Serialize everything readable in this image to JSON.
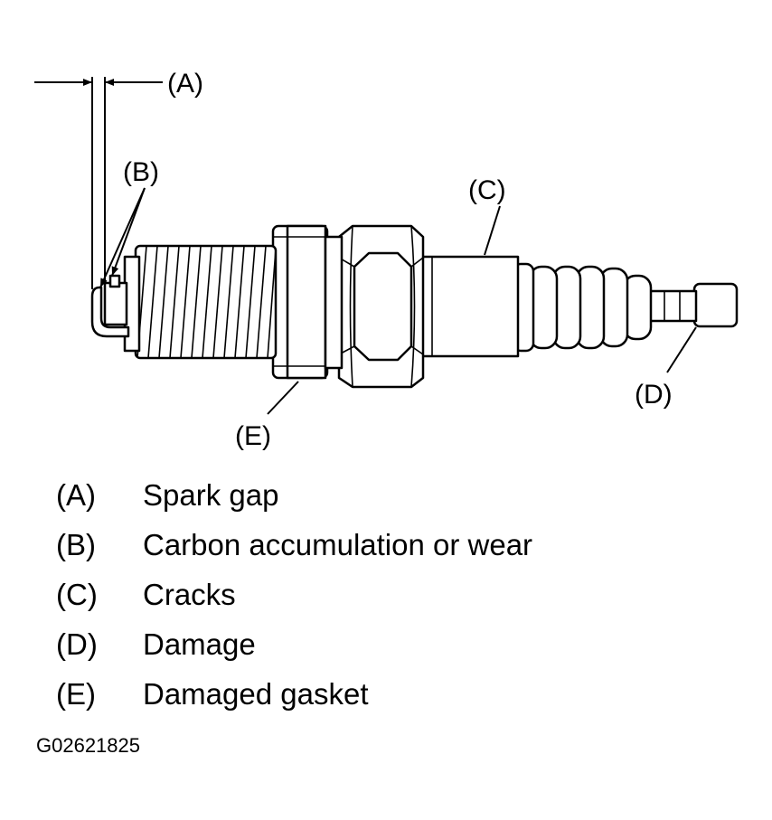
{
  "callouts": {
    "a": "(A)",
    "b": "(B)",
    "c": "(C)",
    "d": "(D)",
    "e": "(E)"
  },
  "legend": [
    {
      "key": "(A)",
      "text": "Spark gap"
    },
    {
      "key": "(B)",
      "text": "Carbon accumulation or wear"
    },
    {
      "key": "(C)",
      "text": "Cracks"
    },
    {
      "key": "(D)",
      "text": "Damage"
    },
    {
      "key": "(E)",
      "text": "Damaged gasket"
    }
  ],
  "figure_id": "G02621825"
}
